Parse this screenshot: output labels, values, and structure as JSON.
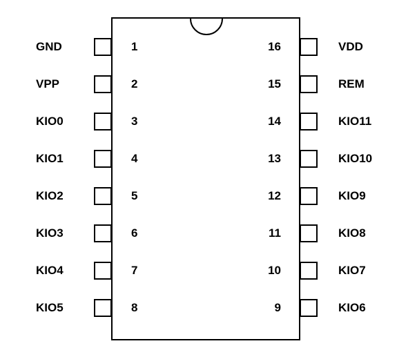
{
  "chip": {
    "colors": {
      "stroke": "#000000",
      "background": "#ffffff"
    },
    "pins": [
      {
        "number": "1",
        "label": "GND"
      },
      {
        "number": "2",
        "label": "VPP"
      },
      {
        "number": "3",
        "label": "KIO0"
      },
      {
        "number": "4",
        "label": "KIO1"
      },
      {
        "number": "5",
        "label": "KIO2"
      },
      {
        "number": "6",
        "label": "KIO3"
      },
      {
        "number": "7",
        "label": "KIO4"
      },
      {
        "number": "8",
        "label": "KIO5"
      },
      {
        "number": "9",
        "label": "KIO6"
      },
      {
        "number": "10",
        "label": "KIO7"
      },
      {
        "number": "11",
        "label": "KIO8"
      },
      {
        "number": "12",
        "label": "KIO9"
      },
      {
        "number": "13",
        "label": "KIO10"
      },
      {
        "number": "14",
        "label": "KIO11"
      },
      {
        "number": "15",
        "label": "REM"
      },
      {
        "number": "16",
        "label": "VDD"
      }
    ]
  }
}
